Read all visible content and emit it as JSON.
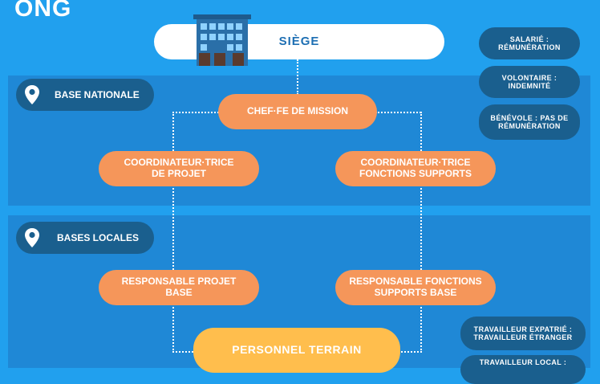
{
  "title": "ONG",
  "siege": "SIÈGE",
  "base_nationale": "BASE NATIONALE",
  "bases_locales": "BASES LOCALES",
  "nodes": {
    "chef": "CHEF·FE DE MISSION",
    "coord_projet_l1": "COORDINATEUR·TRICE",
    "coord_projet_l2": "DE PROJET",
    "coord_support_l1": "COORDINATEUR·TRICE",
    "coord_support_l2": "FONCTIONS SUPPORTS",
    "resp_projet_l1": "RESPONSABLE PROJET",
    "resp_projet_l2": "BASE",
    "resp_support_l1": "RESPONSABLE FONCTIONS",
    "resp_support_l2": "SUPPORTS BASE",
    "personnel": "PERSONNEL TERRAIN"
  },
  "legend_top": [
    {
      "l1": "SALARIÉ :",
      "l2": "RÉMUNÉRATION"
    },
    {
      "l1": "VOLONTAIRE :",
      "l2": "INDEMNITÉ"
    },
    {
      "l1": "BÉNÉVOLE : PAS DE",
      "l2": "RÉMUNÉRATION"
    }
  ],
  "legend_bottom": [
    {
      "l1": "TRAVAILLEUR EXPATRIÉ :",
      "l2": "TRAVAILLEUR ÉTRANGER"
    },
    {
      "l1": "TRAVAILLEUR LOCAL :",
      "l2": ""
    }
  ],
  "icons": [
    "building-icon",
    "location-pin-icon"
  ],
  "colors": {
    "background": "#21a0ee",
    "band": "#1f88d6",
    "orange": "#f5965a",
    "yellow": "#ffbe4d",
    "dark": "#1a5f8e",
    "siege_text": "#1e6fb3"
  }
}
